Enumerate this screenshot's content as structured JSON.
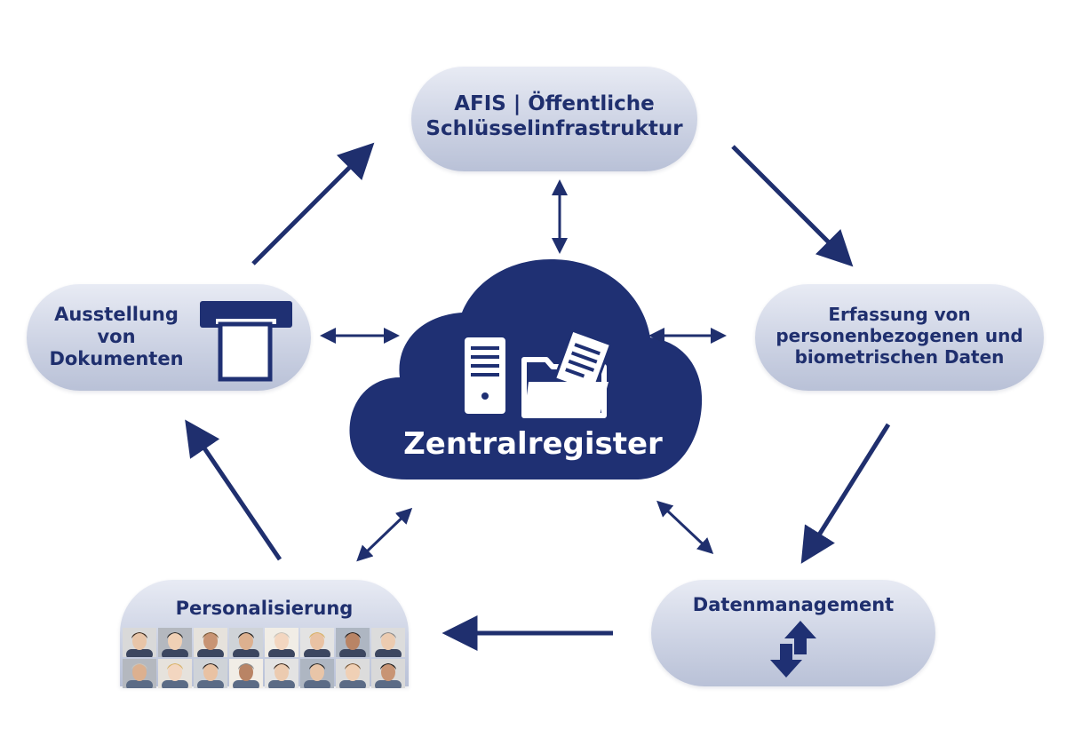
{
  "diagram": {
    "center": {
      "label": "Zentralregister"
    },
    "nodes": {
      "afis": "AFIS | Öffentliche\nSchlüsselinfrastruktur",
      "erfassung": "Erfassung von\npersonenbezogenen und\nbiometrischen Daten",
      "datenmanagement": "Datenmanagement",
      "personalisierung": "Personalisierung",
      "ausstellung": "Ausstellung\nvon\nDokumenten"
    },
    "cycle_order": [
      "ausstellung",
      "afis",
      "erfassung",
      "datenmanagement",
      "personalisierung",
      "ausstellung"
    ],
    "links_to_center": [
      "afis",
      "erfassung",
      "datenmanagement",
      "personalisierung",
      "ausstellung"
    ]
  },
  "colors": {
    "primary": "#1f2f6e",
    "pill_light": "#e8ebf4",
    "pill_dark": "#b9c1d7"
  }
}
